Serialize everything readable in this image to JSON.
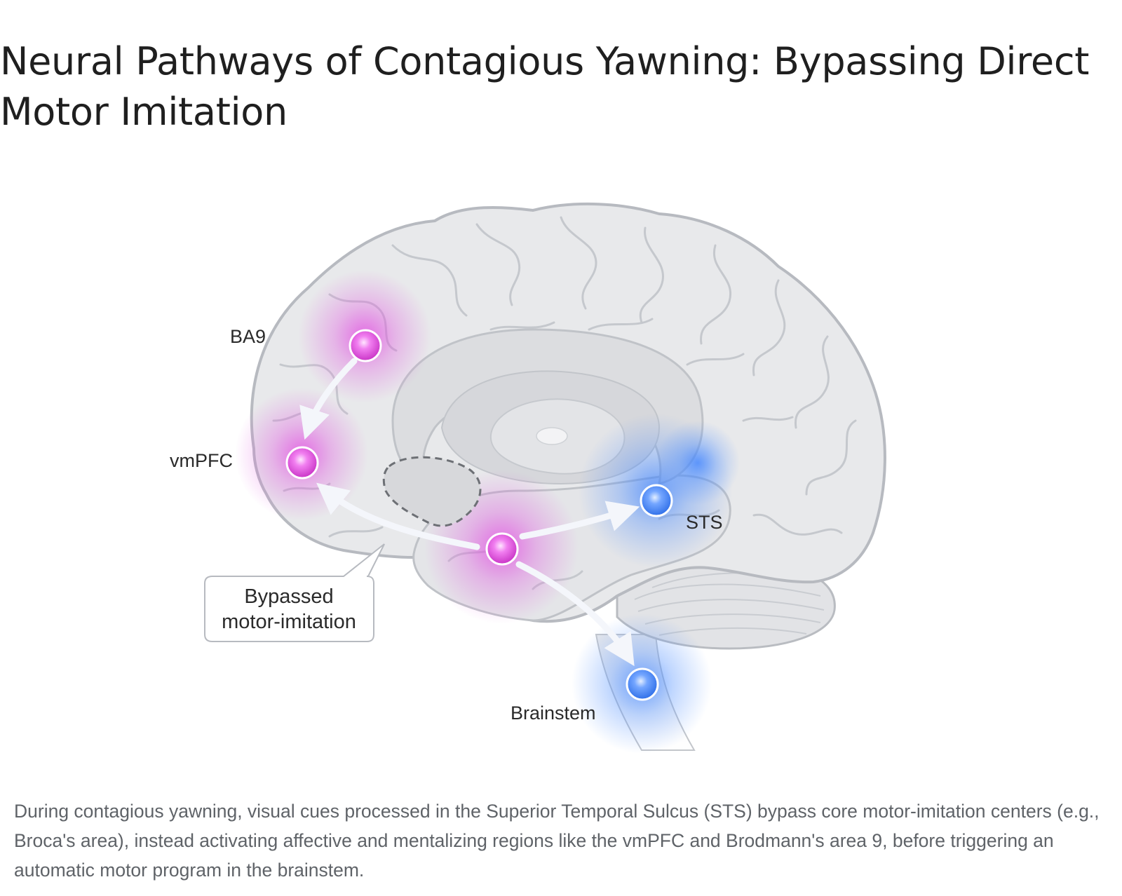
{
  "title": "Neural Pathways of Contagious Yawning: Bypassing Direct Motor Imitation",
  "regions": {
    "ba9": "BA9",
    "vmpfc": "vmPFC",
    "sts": "STS",
    "brainstem": "Brainstem"
  },
  "callout": {
    "line1": "Bypassed",
    "line2": "motor-imitation"
  },
  "caption": "During contagious yawning, visual cues processed in the Superior Temporal Sulcus (STS) bypass core motor-imitation centers (e.g., Broca's area), instead activating affective and mentalizing regions like the vmPFC and Brodmann's area 9, before triggering an automatic motor program in the brainstem.",
  "colors": {
    "magenta_node": "#d94fd6",
    "blue_node": "#3f7ff0",
    "brain_fill": "#e9eaec",
    "brain_outline": "#b9bcc1",
    "caption_text": "#5f6368"
  }
}
